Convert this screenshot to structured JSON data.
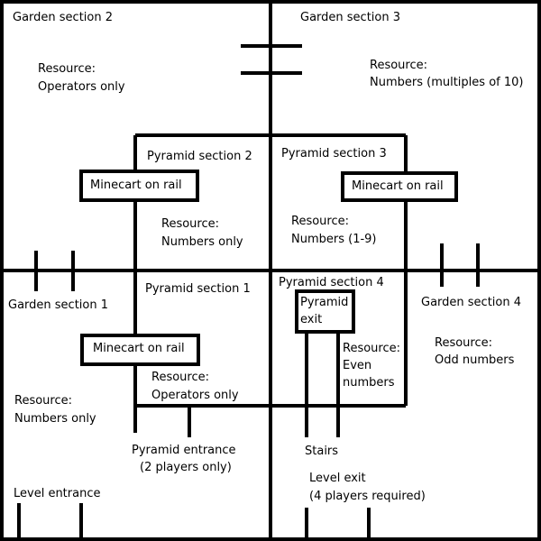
{
  "garden_section_2": {
    "title": "Garden section 2",
    "resource_label": "Resource:",
    "resource_value": "Operators only"
  },
  "garden_section_3": {
    "title": "Garden section 3",
    "resource_label": "Resource:",
    "resource_value": "Numbers (multiples of 10)"
  },
  "garden_section_1": {
    "title": "Garden section 1",
    "resource_label": "Resource:",
    "resource_value": "Numbers only",
    "level_entrance": "Level entrance"
  },
  "garden_section_4": {
    "title": "Garden section 4",
    "resource_label": "Resource:",
    "resource_value": "Odd numbers"
  },
  "pyramid_section_2": {
    "title": "Pyramid section 2",
    "minecart": "Minecart on rail",
    "resource_label": "Resource:",
    "resource_value": "Numbers only"
  },
  "pyramid_section_3": {
    "title": "Pyramid section 3",
    "minecart": "Minecart on rail",
    "resource_label": "Resource:",
    "resource_value": "Numbers (1-9)"
  },
  "pyramid_section_1": {
    "title": "Pyramid section 1",
    "minecart": "Minecart on rail",
    "resource_label": "Resource:",
    "resource_value": "Operators only"
  },
  "pyramid_section_4": {
    "title": "Pyramid section 4",
    "exit_line1": "Pyramid",
    "exit_line2": "exit",
    "resource_label": "Resource:",
    "resource_value_line1": "Even",
    "resource_value_line2": "numbers"
  },
  "pyramid_entrance": {
    "line1": "Pyramid entrance",
    "line2": "(2 players only)"
  },
  "stairs": "Stairs",
  "level_exit": {
    "line1": "Level exit",
    "line2": "(4 players required)"
  }
}
